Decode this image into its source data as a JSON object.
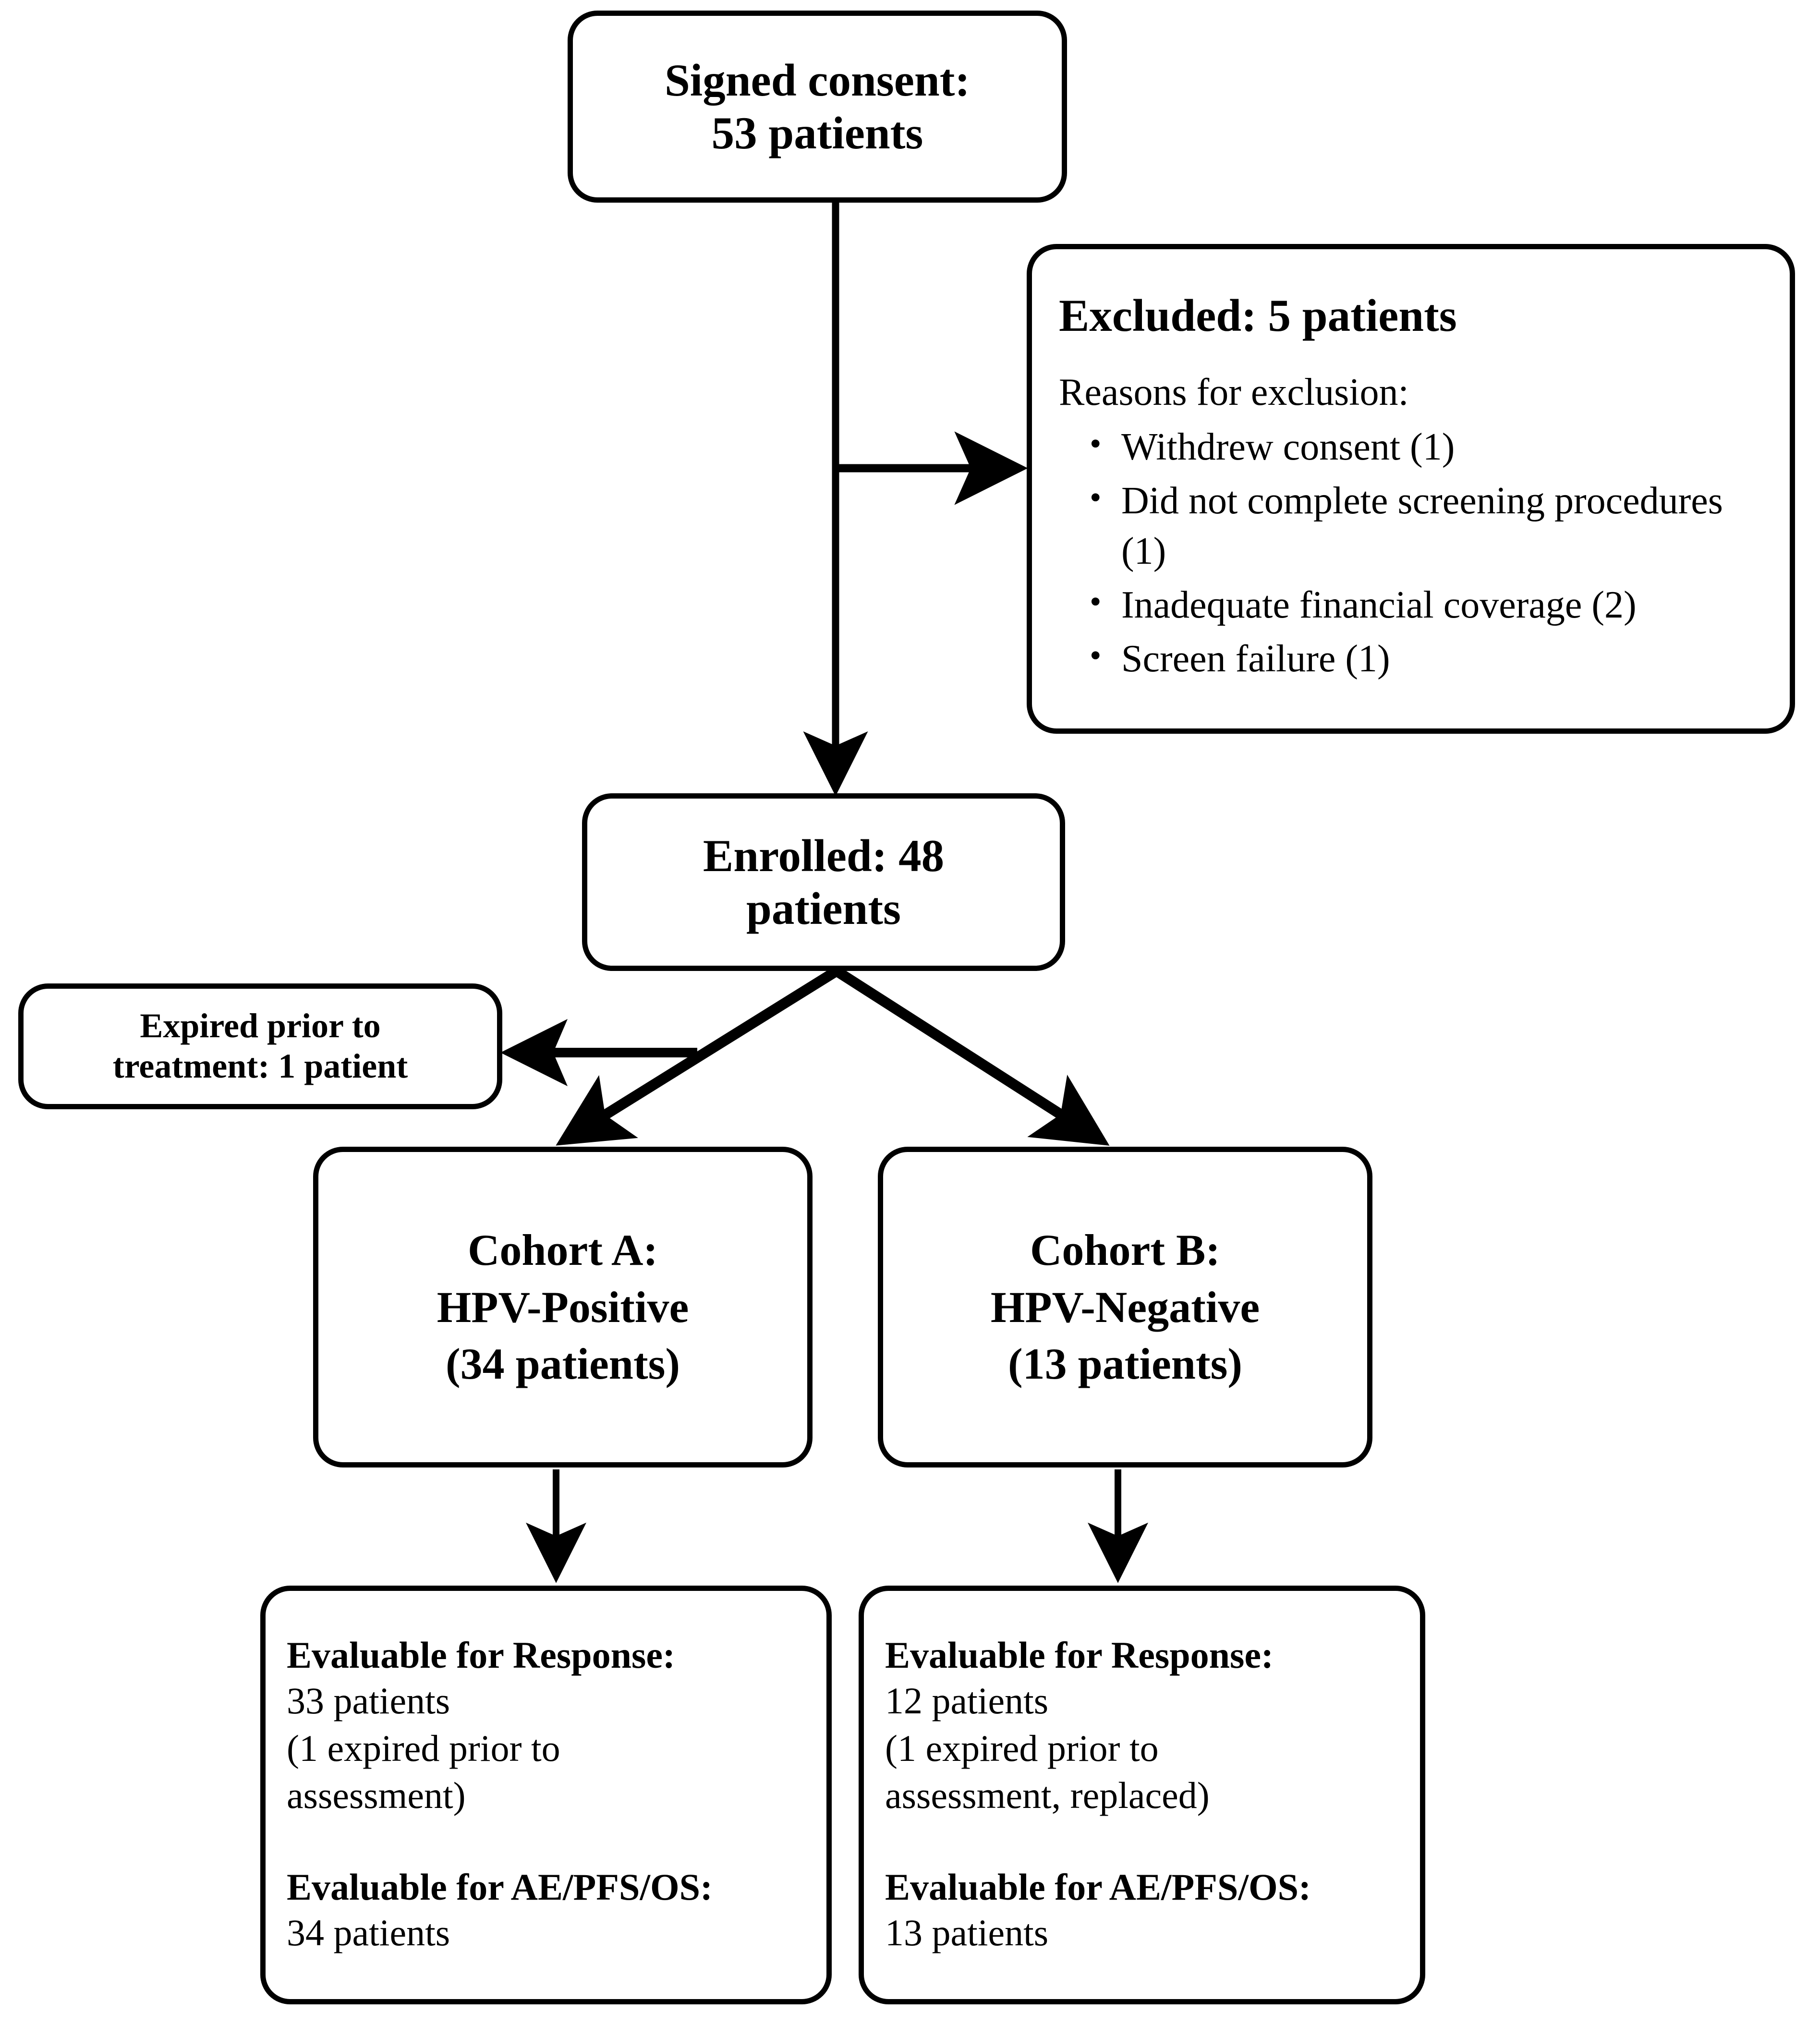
{
  "diagram": {
    "title": "CONSORT patient disposition flow diagram",
    "line_color": "#000000",
    "box_fill": "#ffffff",
    "text_color": "#000000"
  },
  "nodes": {
    "signed_consent": {
      "line1": "Signed consent:",
      "line2": "53 patients"
    },
    "excluded": {
      "header": "Excluded: 5 patients",
      "subheader": "Reasons for exclusion:",
      "reasons": [
        "Withdrew consent (1)",
        "Did not complete screening procedures (1)",
        "Inadequate financial coverage (2)",
        "Screen failure (1)"
      ]
    },
    "enrolled": {
      "line1": "Enrolled: 48",
      "line2": "patients"
    },
    "expired": {
      "line1": "Expired prior to",
      "line2": "treatment: 1 patient"
    },
    "cohort_a": {
      "line1": "Cohort A:",
      "line2": "HPV-Positive",
      "line3": "(34 patients)"
    },
    "cohort_b": {
      "line1": "Cohort B:",
      "line2": "HPV-Negative",
      "line3": "(13 patients)"
    },
    "evaluable_a": {
      "response_header": "Evaluable for Response:",
      "response_count": "33 patients",
      "response_note_line1": "(1 expired prior to",
      "response_note_line2": "assessment)",
      "ae_header": "Evaluable for AE/PFS/OS:",
      "ae_count": "34 patients"
    },
    "evaluable_b": {
      "response_header": "Evaluable for Response:",
      "response_count": "12 patients",
      "response_note_line1": "(1 expired prior to",
      "response_note_line2": "assessment, replaced)",
      "ae_header": "Evaluable for AE/PFS/OS:",
      "ae_count": "13 patients"
    }
  },
  "chart_data": {
    "type": "diagram",
    "title": "CONSORT patient disposition flow diagram",
    "flow": [
      {
        "from": "signed_consent",
        "to": "excluded",
        "direction": "right"
      },
      {
        "from": "signed_consent",
        "to": "enrolled",
        "direction": "down"
      },
      {
        "from": "enrolled",
        "to": "expired",
        "direction": "left"
      },
      {
        "from": "enrolled",
        "to": "cohort_a",
        "direction": "down-left"
      },
      {
        "from": "enrolled",
        "to": "cohort_b",
        "direction": "down-right"
      },
      {
        "from": "cohort_a",
        "to": "evaluable_a",
        "direction": "down"
      },
      {
        "from": "cohort_b",
        "to": "evaluable_b",
        "direction": "down"
      }
    ],
    "counts": {
      "signed_consent": 53,
      "excluded": 5,
      "withdrew_consent": 1,
      "did_not_complete_screening": 1,
      "inadequate_financial_coverage": 2,
      "screen_failure": 1,
      "enrolled": 48,
      "expired_prior_to_treatment": 1,
      "cohort_a_hpv_positive": 34,
      "cohort_b_hpv_negative": 13,
      "cohort_a_evaluable_response": 33,
      "cohort_a_evaluable_ae_pfs_os": 34,
      "cohort_b_evaluable_response": 12,
      "cohort_b_evaluable_ae_pfs_os": 13
    }
  }
}
